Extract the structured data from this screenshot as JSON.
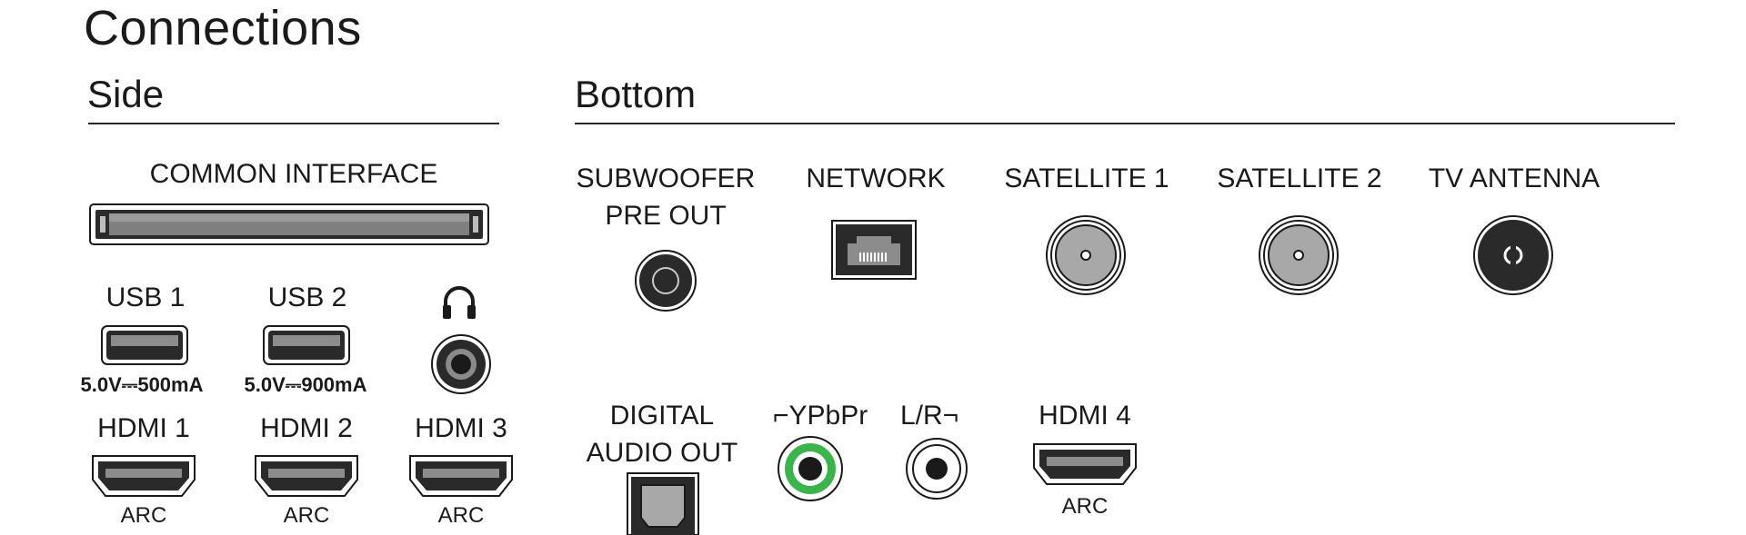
{
  "title": "Connections",
  "side": {
    "heading": "Side",
    "common_interface": {
      "label": "COMMON INTERFACE"
    },
    "usb1": {
      "label": "USB 1",
      "spec": "5.0V⎓500mA"
    },
    "usb2": {
      "label": "USB 2",
      "spec": "5.0V⎓900mA"
    },
    "headphone": {
      "icon": "headphones-icon"
    },
    "hdmi1": {
      "label": "HDMI 1",
      "sub": "ARC"
    },
    "hdmi2": {
      "label": "HDMI 2",
      "sub": "ARC"
    },
    "hdmi3": {
      "label": "HDMI 3",
      "sub": "ARC"
    }
  },
  "bottom": {
    "heading": "Bottom",
    "subwoofer": {
      "line1": "SUBWOOFER",
      "line2": "PRE OUT"
    },
    "network": {
      "label": "NETWORK"
    },
    "satellite1": {
      "label": "SATELLITE 1"
    },
    "satellite2": {
      "label": "SATELLITE 2"
    },
    "tv_antenna": {
      "label": "TV ANTENNA"
    },
    "digital_audio": {
      "line1": "DIGITAL",
      "line2": "AUDIO OUT"
    },
    "ypbpr": {
      "label": "⌐YPbPr"
    },
    "lr": {
      "label": "L/R¬"
    },
    "hdmi4": {
      "label": "HDMI 4",
      "sub": "ARC"
    }
  },
  "colors": {
    "ypbpr_ring": "#39b54a",
    "port_dark": "#2a2a2a",
    "port_grey": "#8a8a8a"
  }
}
